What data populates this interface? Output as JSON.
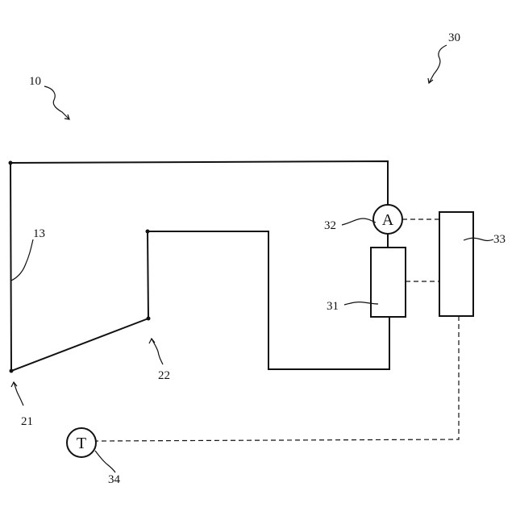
{
  "labels": {
    "device": "10",
    "system": "30",
    "line_13": "13",
    "node_21": "21",
    "node_22": "22",
    "block_31": "31",
    "meter_32": "32",
    "block_33": "33",
    "meter_34": "34"
  },
  "meters": {
    "ammeter_symbol": "A",
    "thermometer_symbol": "T"
  }
}
